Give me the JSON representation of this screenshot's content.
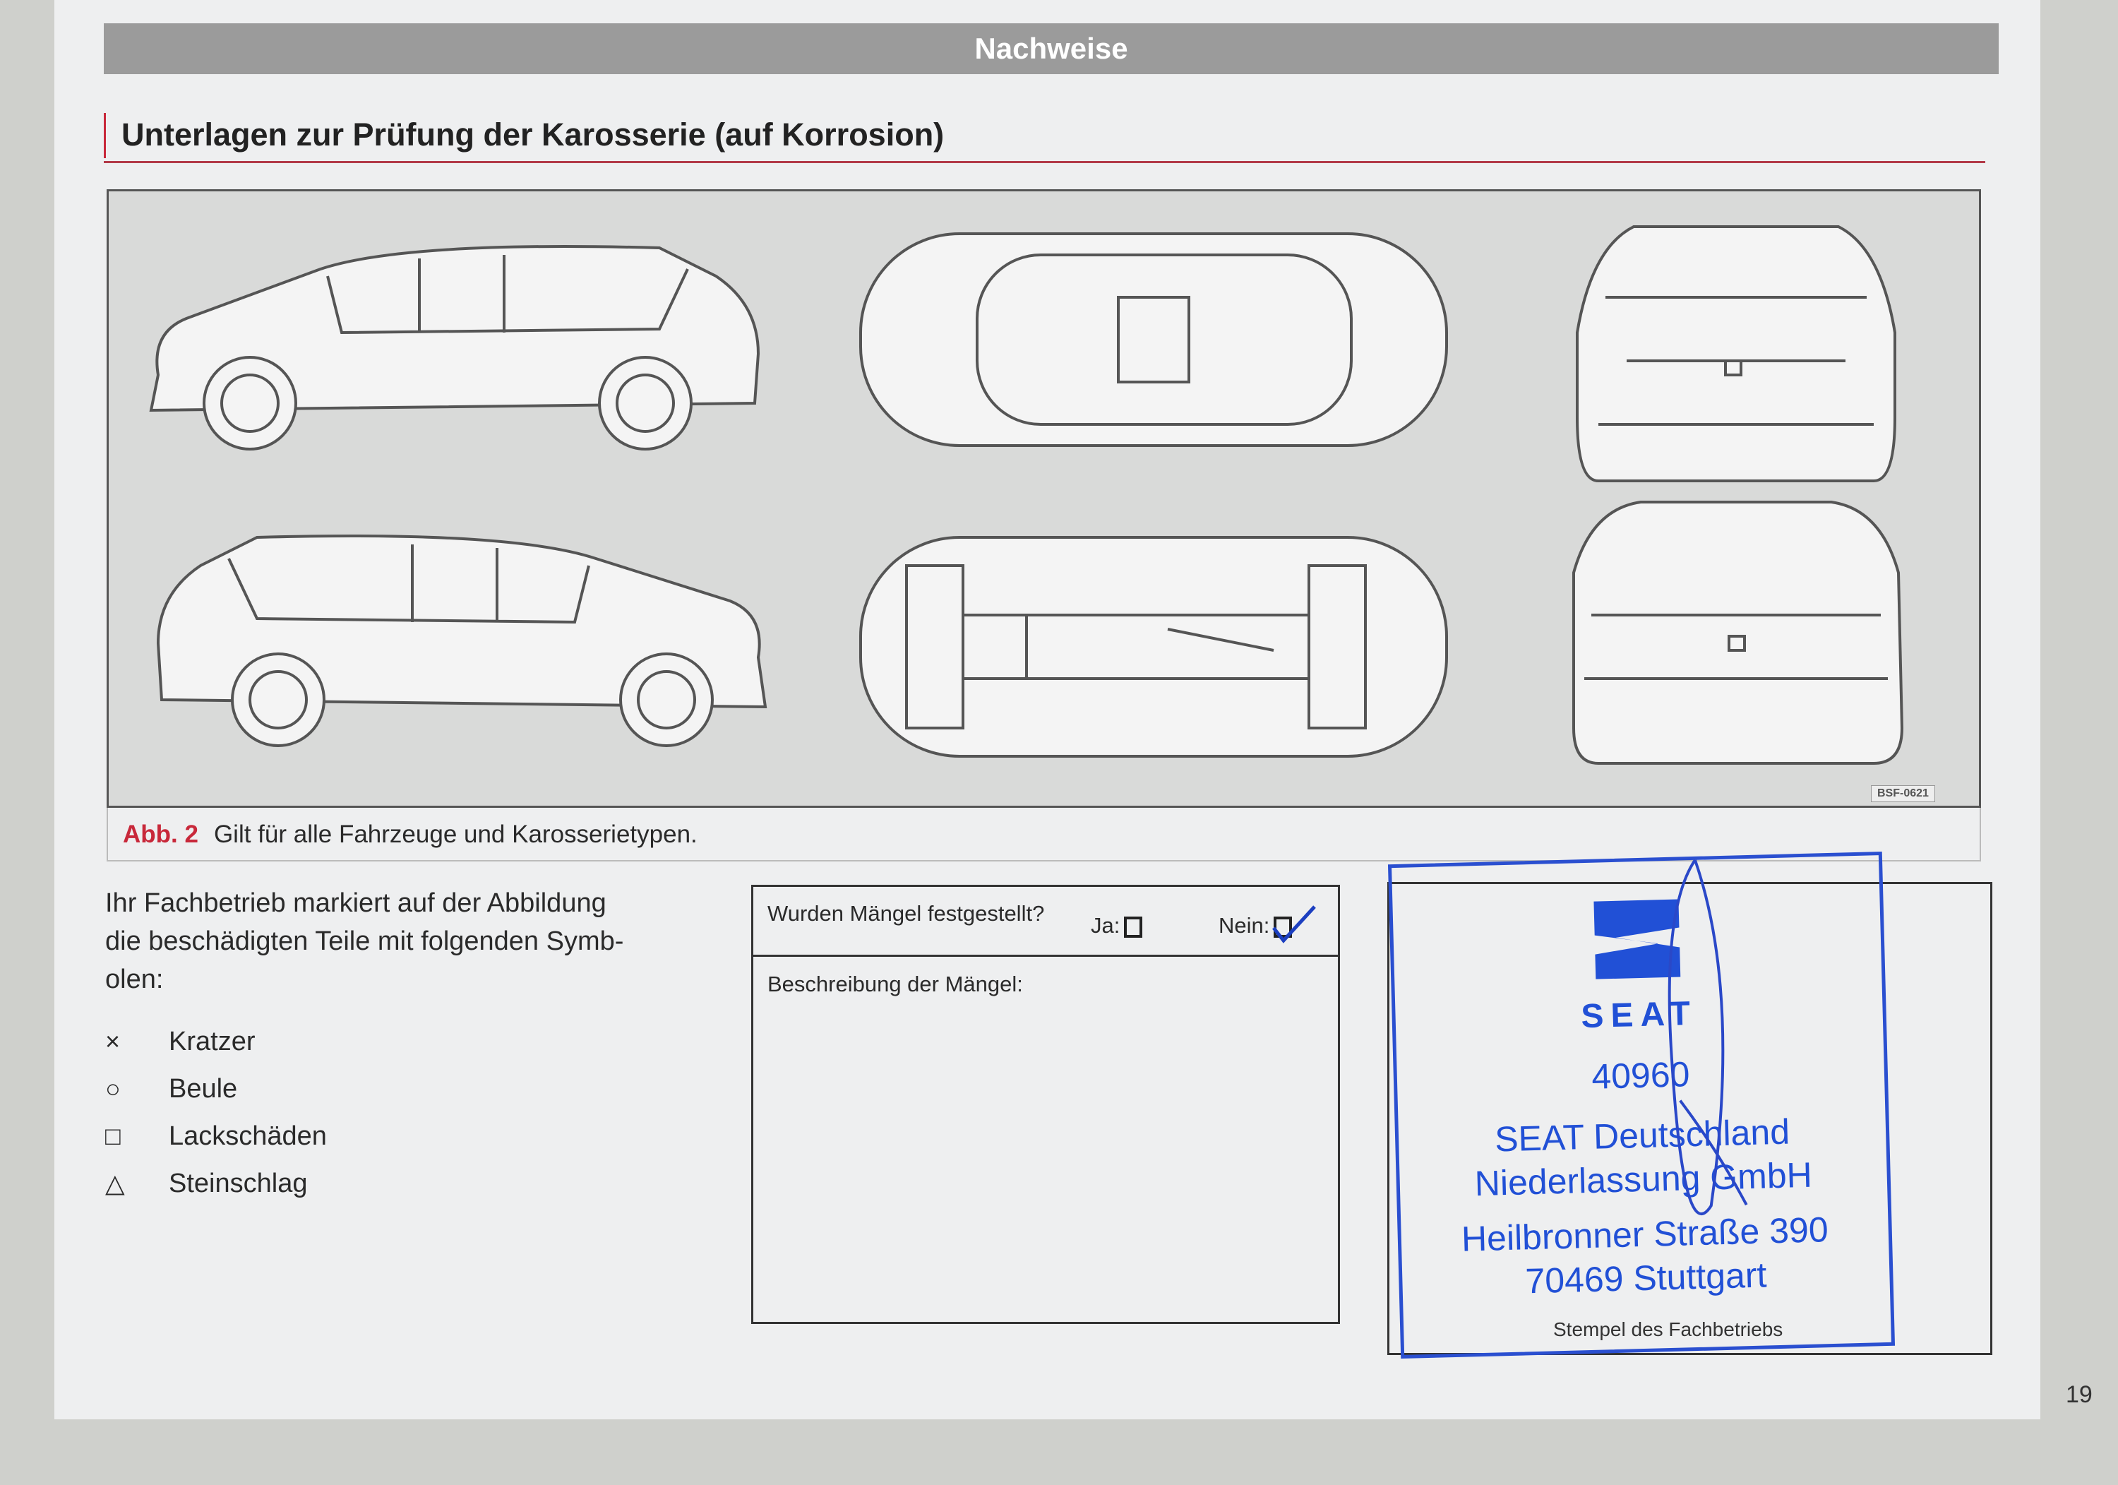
{
  "header": {
    "section": "Nachweise"
  },
  "title": "Unterlagen zur Prüfung der Karosserie (auf Korrosion)",
  "figure": {
    "views": [
      "side-left",
      "top",
      "front",
      "side-right",
      "underbody",
      "rear"
    ],
    "code": "BSF-0621",
    "caption_label": "Abb. 2",
    "caption_text": "Gilt für alle Fahrzeuge und Karosserietypen."
  },
  "instructions": {
    "lines": [
      "Ihr Fachbetrieb markiert auf der Abbildung",
      "die beschädigten Teile mit folgenden Symb-",
      "olen:"
    ],
    "legend": [
      {
        "symbol": "×",
        "label": "Kratzer"
      },
      {
        "symbol": "○",
        "label": "Beule"
      },
      {
        "symbol": "□",
        "label": "Lackschäden"
      },
      {
        "symbol": "△",
        "label": "Steinschlag"
      }
    ]
  },
  "defects": {
    "question": "Wurden Mängel festgestellt?",
    "yes_label": "Ja:",
    "no_label": "Nein:",
    "yes_checked": false,
    "no_checked": true,
    "description_label": "Beschreibung der Mängel:",
    "description_value": ""
  },
  "stamp": {
    "brand": "SEAT",
    "number": "40960",
    "lines": [
      "SEAT Deutschland",
      "Niederlassung GmbH",
      "Heilbronner Straße 390",
      "70469 Stuttgart"
    ],
    "label": "Stempel des Fachbetriebs",
    "ink_color": "#2150d6"
  },
  "page_number": "19",
  "colors": {
    "accent": "#c8283a",
    "header": "#9b9b9b"
  }
}
